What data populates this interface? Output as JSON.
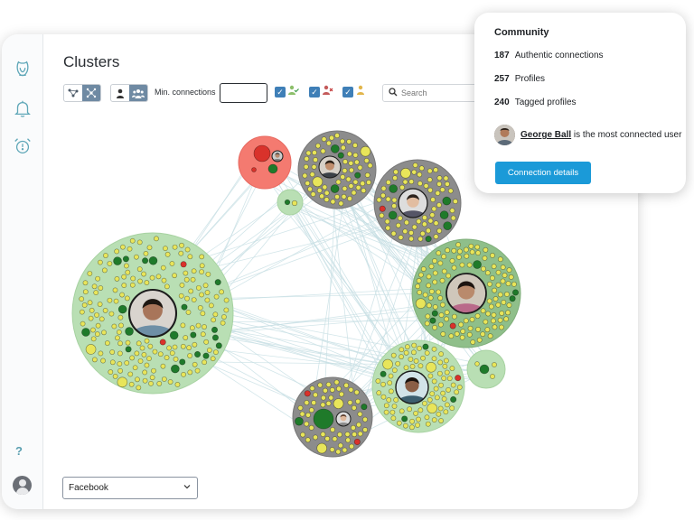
{
  "app": {
    "title": "Clusters"
  },
  "toolbar": {
    "min_connections_label": "Min. connections",
    "min_connections_value": "",
    "search_placeholder": "Search"
  },
  "network_select": {
    "value": "Facebook"
  },
  "sidebar": {
    "help_label": "?"
  },
  "community": {
    "title": "Community",
    "stats": [
      {
        "value": "187",
        "label": "Authentic connections"
      },
      {
        "value": "257",
        "label": "Profiles"
      },
      {
        "value": "240",
        "label": "Tagged profiles"
      }
    ],
    "most_connected_name": "George Ball",
    "most_connected_suffix": "is the most connected user",
    "details_button": "Connection details"
  },
  "colors": {
    "accent": "#1b9ad8",
    "cluster_green": "#b9dfb4",
    "cluster_dark_green": "#8fbf8a",
    "cluster_gray": "#8c8c8c",
    "cluster_red": "#f47a70",
    "dot_yellow": "#e8e55a",
    "dot_dark_green": "#1f7a2a",
    "dot_red": "#d9322b",
    "edge": "#c7dfe4"
  },
  "icons": {
    "sidebar": [
      "owl-logo-icon",
      "bell-icon",
      "alarm-clock-icon"
    ],
    "toolbar": [
      "graph-layout-icon",
      "cluster-layout-icon",
      "single-user-icon",
      "group-users-icon",
      "search-icon"
    ]
  }
}
